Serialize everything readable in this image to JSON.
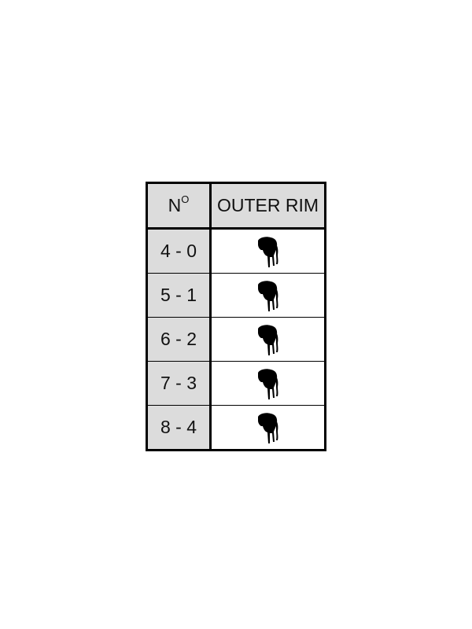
{
  "table": {
    "header": {
      "number_main": "N",
      "number_sup": "O",
      "column_label": "OUTER RIM"
    },
    "rows": [
      {
        "number": "4 - 0",
        "icon": "horse-hindquarters-icon"
      },
      {
        "number": "5 - 1",
        "icon": "horse-hindquarters-icon"
      },
      {
        "number": "6 - 2",
        "icon": "horse-hindquarters-icon"
      },
      {
        "number": "7 - 3",
        "icon": "horse-hindquarters-icon"
      },
      {
        "number": "8 - 4",
        "icon": "horse-hindquarters-icon"
      }
    ],
    "colors": {
      "header_fill": "#dcdcdc",
      "number_fill": "#dcdcdc",
      "border": "#000000",
      "glyph": "#000000"
    }
  }
}
